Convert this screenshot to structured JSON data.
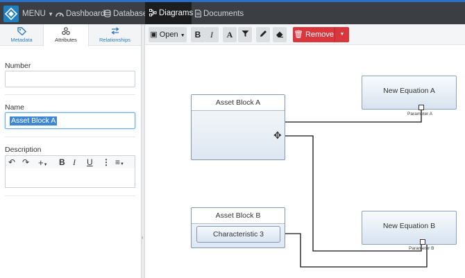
{
  "topbar": {
    "menu_label": "MENU",
    "nav": [
      {
        "label": "Dashboard",
        "icon": "dashboard-icon"
      },
      {
        "label": "Database",
        "icon": "database-icon"
      },
      {
        "label": "Diagrams",
        "icon": "diagram-icon",
        "active": true
      },
      {
        "label": "Documents",
        "icon": "document-icon"
      }
    ],
    "accent": "#2a6fc9"
  },
  "sidebar": {
    "tabs": [
      {
        "label": "Metadata",
        "icon": "tag-icon"
      },
      {
        "label": "Attributes",
        "icon": "attributes-icon",
        "active": true
      },
      {
        "label": "Relationships",
        "icon": "swap-arrows-icon"
      }
    ],
    "fields": {
      "number_label": "Number",
      "number_value": "",
      "name_label": "Name",
      "name_value": "Asset Block A",
      "description_label": "Description",
      "description_value": ""
    }
  },
  "toolbar": {
    "open_label": "Open",
    "remove_label": "Remove",
    "remove_color": "#d9363e"
  },
  "canvas": {
    "blocks": [
      {
        "title": "Asset Block A"
      },
      {
        "title": "Asset Block B",
        "characteristic": "Characteristic 3"
      }
    ],
    "equations": [
      {
        "title": "New Equation A",
        "parameter": "Parameter A"
      },
      {
        "title": "New Equation B",
        "parameter": "Parameter B"
      }
    ]
  }
}
